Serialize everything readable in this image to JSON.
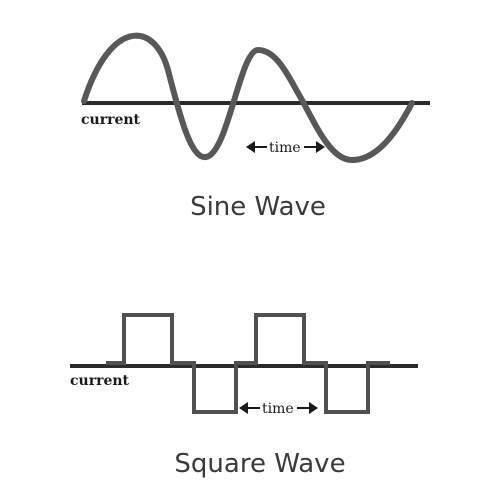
{
  "sine": {
    "title": "Sine Wave",
    "axis_label": "current",
    "time_label": "time"
  },
  "square": {
    "title": "Square Wave",
    "axis_label": "current",
    "time_label": "time"
  },
  "colors": {
    "background": "#ffffff",
    "axis": "#2b2b2b",
    "wave": "#585858",
    "text": "#1a1a1a",
    "title": "#3a3a3a"
  }
}
